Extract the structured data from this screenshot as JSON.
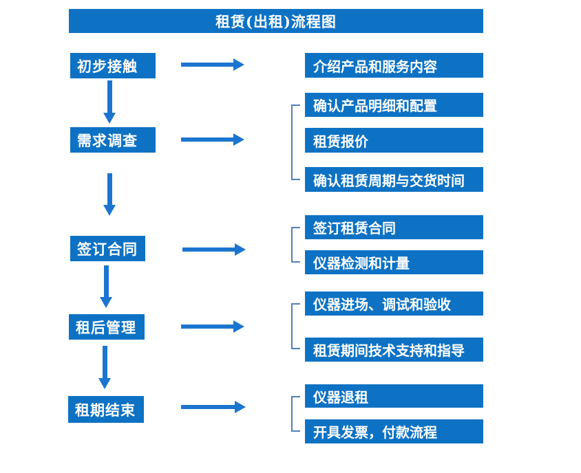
{
  "title": "租赁(出租)流程图",
  "colors": {
    "box_blue": "#0E72C4",
    "arrow_blue": "#1B75D0",
    "bracket_blue": "#527FB8",
    "text": "#FFFFFF",
    "background": "#FFFFFF"
  },
  "flow": {
    "steps": [
      {
        "label": "初步接触",
        "outputs": [
          "介绍产品和服务内容"
        ]
      },
      {
        "label": "需求调查",
        "outputs": [
          "确认产品明细和配置",
          "租赁报价",
          "确认租赁周期与交货时间"
        ]
      },
      {
        "label": "签订合同",
        "outputs": [
          "签订租赁合同",
          "仪器检测和计量"
        ]
      },
      {
        "label": "租后管理",
        "outputs": [
          "仪器进场、调试和验收",
          "租赁期间技术支持和指导"
        ]
      },
      {
        "label": "租期结束",
        "outputs": [
          "仪器退租",
          "开具发票，付款流程"
        ]
      }
    ]
  }
}
